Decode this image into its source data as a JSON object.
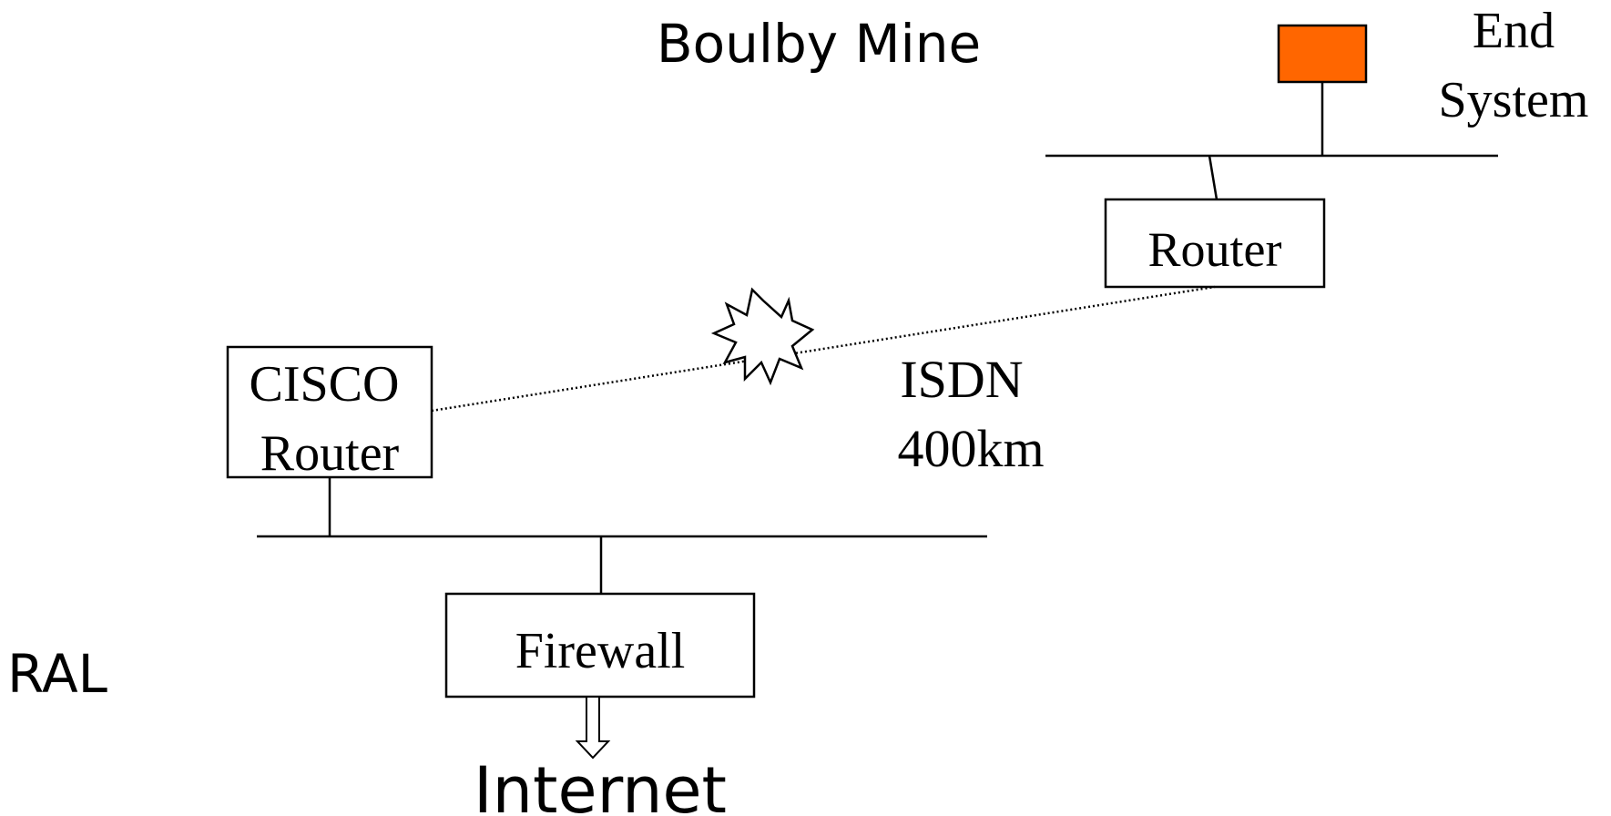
{
  "labels": {
    "boulby_mine": "Boulby Mine",
    "end_system_line1": "End",
    "end_system_line2": "System",
    "router": "Router",
    "cisco_line1": "CISCO",
    "cisco_line2": "Router",
    "isdn_line1": "ISDN",
    "isdn_line2": "400km",
    "firewall": "Firewall",
    "ral": "RAL",
    "internet": "Internet"
  },
  "colors": {
    "end_system_fill": "#ff6600"
  }
}
